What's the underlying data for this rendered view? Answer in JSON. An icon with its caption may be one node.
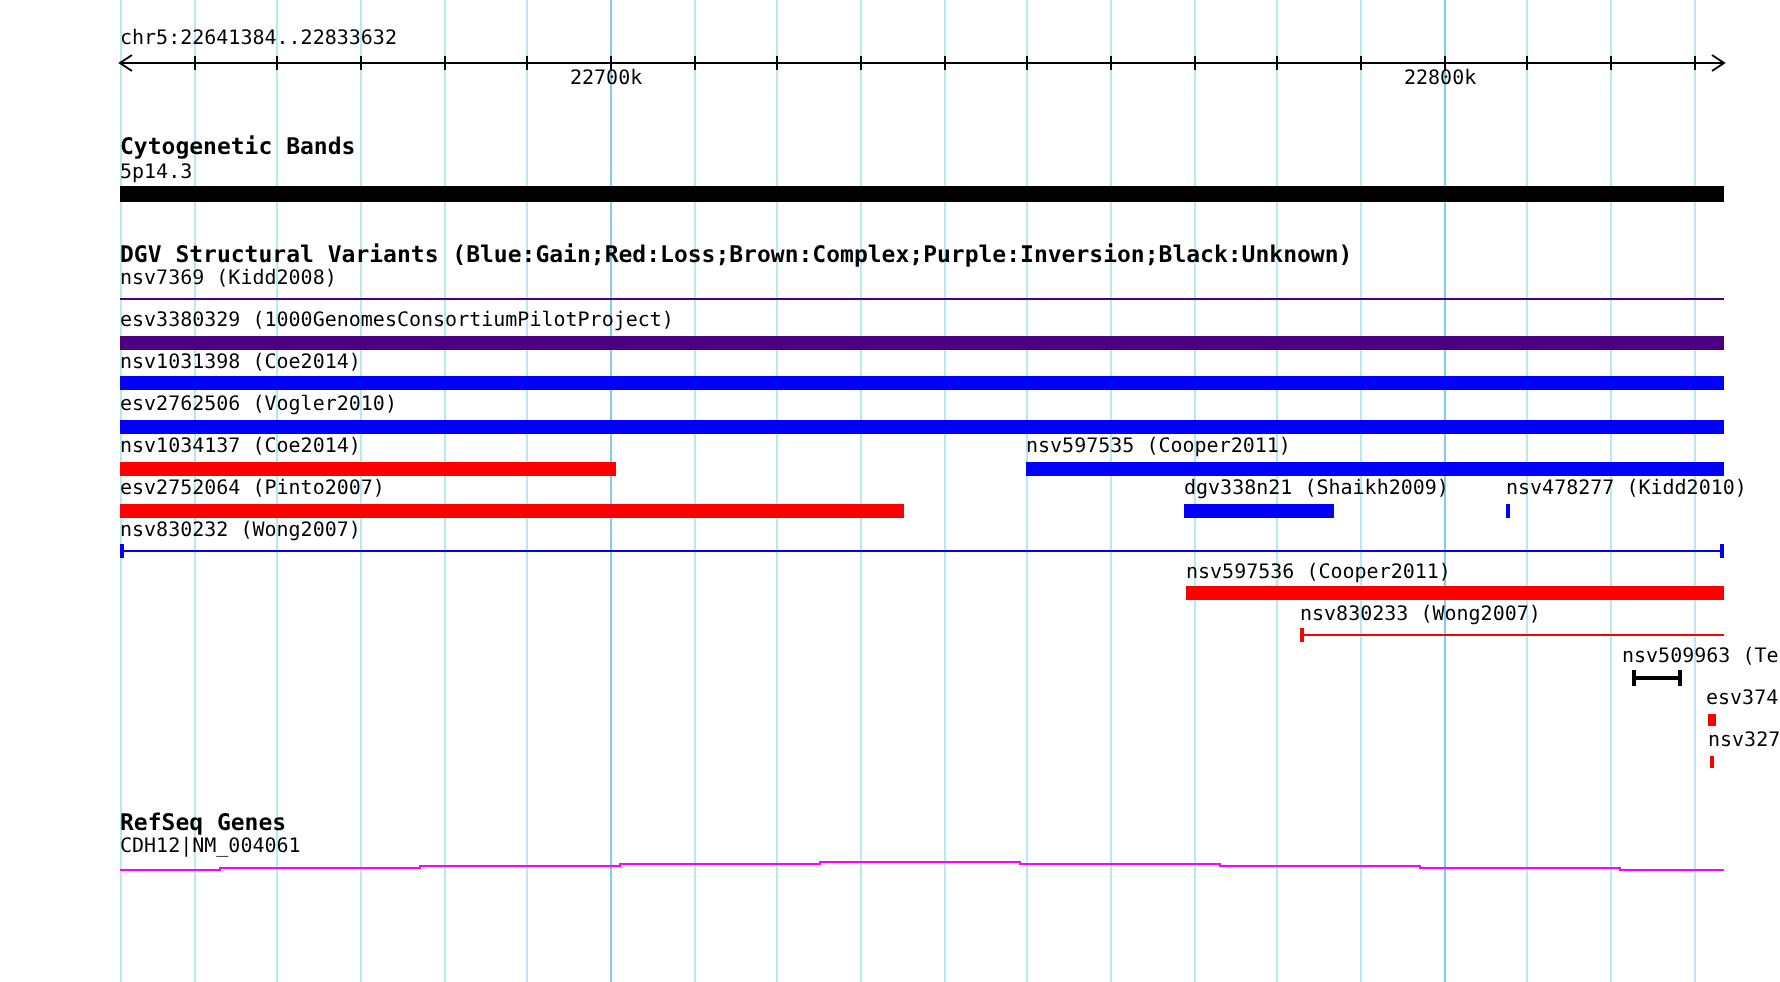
{
  "diagram": {
    "nodes": [
      {
        "text": [
          "5p14.3"
        ]
      },
      {
        "text": [
          "nsv7369 (Kidd2008)"
        ]
      },
      {
        "text": [
          "esv3380329 (1000GenomesConsortiumPilotProject)"
        ]
      },
      {
        "text": [
          "nsv1031398 (Coe2014)"
        ]
      },
      {
        "text": [
          "esv2762506 (Vogler2010)"
        ]
      },
      {
        "text": [
          "nsv1034137 (Coe2014)"
        ]
      },
      {
        "text": [
          "nsv597535 (Cooper2011)"
        ]
      },
      {
        "text": [
          "esv2752064 (Pinto2007)"
        ]
      },
      {
        "text": [
          "dgv338n21 (Shaikh2009)"
        ]
      },
      {
        "text": [
          "nsv478277 (Kidd2010)"
        ]
      },
      {
        "text": [
          "nsv830232 (Wong2007)"
        ]
      },
      {
        "text": [
          "nsv597536 (Cooper2011)"
        ]
      },
      {
        "text": [
          "nsv830233 (Wong2007)"
        ]
      },
      {
        "text": [
          "nsv509963 (Te"
        ]
      },
      {
        "text": [
          "esv374"
        ]
      },
      {
        "text": [
          "nsv327"
        ]
      },
      {
        "text": [
          "CDH12|NM_004061"
        ]
      }
    ],
    "labels": [
      "chr5:22641384..22833632",
      "22700k",
      "22800k",
      "Cytogenetic Bands",
      "DGV Structural Variants (Blue:Gain;Red:Loss;Brown:Complex;Purple:Inversion;Black:Unknown)",
      "RefSeq Genes"
    ]
  }
}
